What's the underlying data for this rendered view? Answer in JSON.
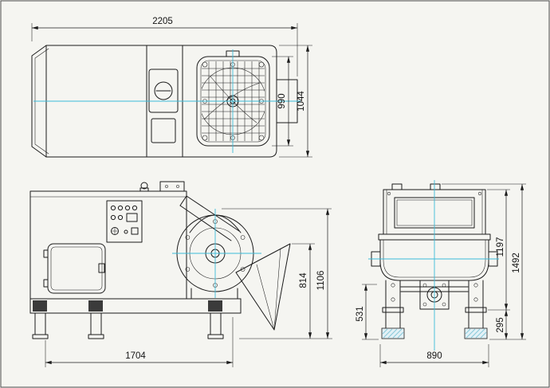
{
  "drawing": {
    "background_color": "#f5f5f1",
    "line_color": "#1c1c1c",
    "centerline_color": "#3bbcd9"
  },
  "dimensions": {
    "top_length": "2205",
    "top_width_inner": "990",
    "top_width_outer": "1044",
    "side_height_inner": "814",
    "side_height_outer": "1106",
    "side_base_length": "1704",
    "front_height_upper": "1197",
    "front_height_overall": "1492",
    "front_height_left": "531",
    "front_base_height": "295",
    "front_width": "890"
  }
}
